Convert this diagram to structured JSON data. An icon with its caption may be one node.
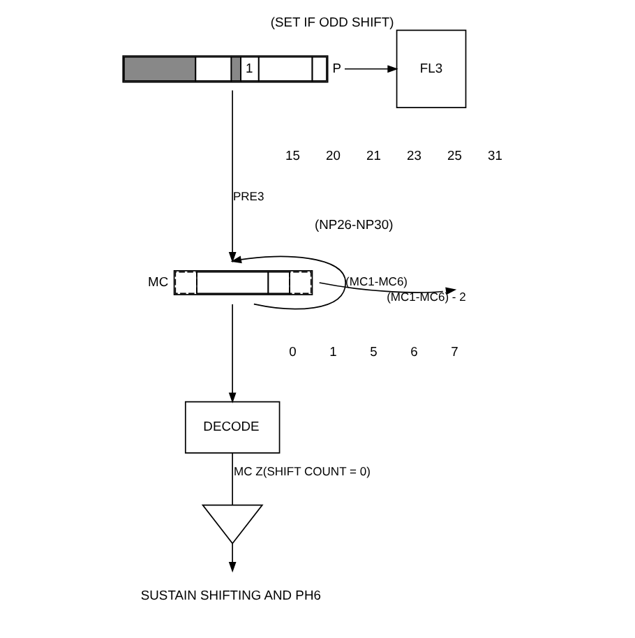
{
  "diagram": {
    "nodes": [
      {
        "text": [
          "1"
        ],
        "beside": [
          "P"
        ]
      },
      {
        "text": [
          "FL3"
        ],
        "beside": [
          "(SET IF ODD SHIFT)"
        ]
      },
      {
        "text": [],
        "shape": "box",
        "beside": [
          "MC"
        ]
      },
      {
        "text": [
          "DECODE"
        ]
      },
      {
        "text": [],
        "shape": "triangle"
      },
      {
        "text": [
          "SUSTAIN SHIFTING AND PH6"
        ]
      }
    ],
    "edges": [
      {
        "from": 0,
        "to": 2,
        "arrow": "to",
        "label": "PRE3"
      },
      {
        "from": 0,
        "to": 1,
        "arrow": "to"
      },
      {
        "from": 2,
        "to": 2,
        "arrow": "to",
        "label": "(MC1-MC6)"
      },
      {
        "from": 2,
        "to": null,
        "arrow": "to",
        "label": "(MC1-MC6) - 2"
      },
      {
        "from": 2,
        "to": 3,
        "arrow": "to"
      },
      {
        "from": 3,
        "to": 4,
        "arrow": "none",
        "label": "MC Z(SHIFT COUNT = 0)"
      },
      {
        "from": 4,
        "to": 5,
        "arrow": "to"
      }
    ],
    "labels": [
      "15",
      "20",
      "21",
      "23",
      "25",
      "31",
      "(NP26-NP30)",
      "0",
      "1",
      "5",
      "6",
      "7"
    ]
  }
}
